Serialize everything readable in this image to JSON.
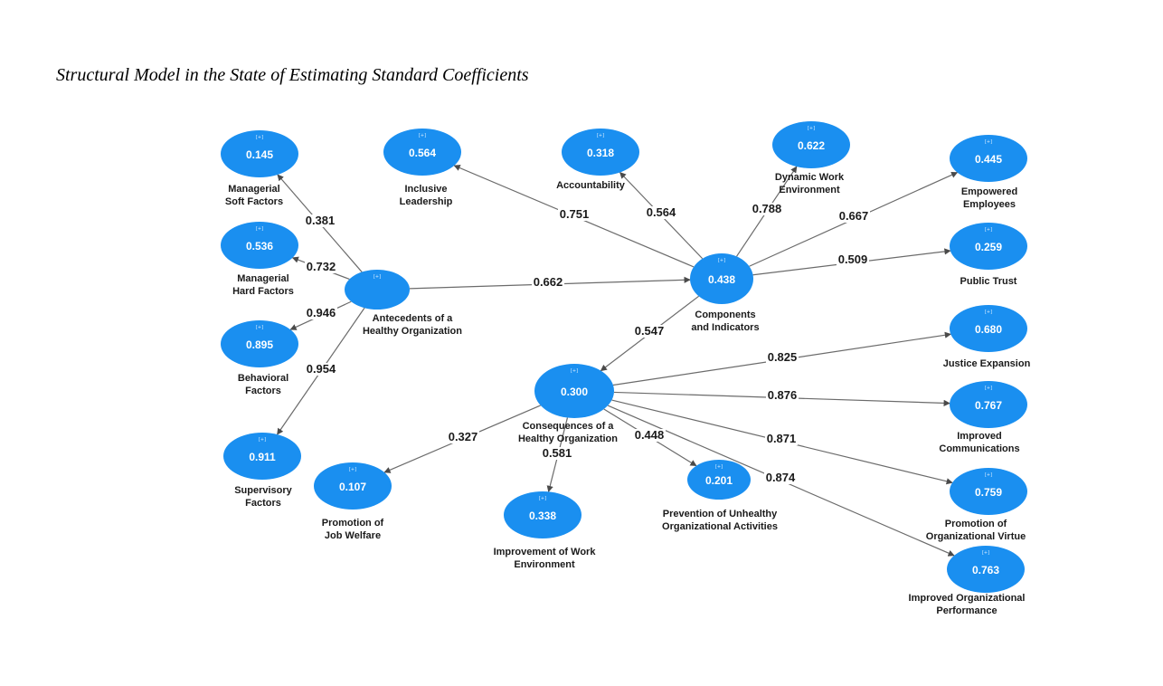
{
  "title": "Structural Model in the State of Estimating Standard Coefficients",
  "node_badge": "[+]",
  "colors": {
    "node": "#1a8ff0",
    "node_text": "#ffffff",
    "edge": "#6b6b6b",
    "label": "#1a1a1a"
  },
  "nodes": [
    {
      "id": "managerial_soft",
      "value": "0.145",
      "label": [
        "Managerial",
        "Soft Factors"
      ]
    },
    {
      "id": "managerial_hard",
      "value": "0.536",
      "label": [
        "Managerial",
        "Hard Factors"
      ]
    },
    {
      "id": "behavioral",
      "value": "0.895",
      "label": [
        "Behavioral",
        "Factors"
      ]
    },
    {
      "id": "supervisory",
      "value": "0.911",
      "label": [
        "Supervisory",
        "Factors"
      ]
    },
    {
      "id": "antecedents",
      "value": "",
      "label": [
        "Antecedents of a",
        "Healthy Organization"
      ]
    },
    {
      "id": "inclusive",
      "value": "0.564",
      "label": [
        "Inclusive",
        "Leadership"
      ]
    },
    {
      "id": "accountability",
      "value": "0.318",
      "label": [
        "Accountability"
      ]
    },
    {
      "id": "dynamic",
      "value": "0.622",
      "label": [
        "Dynamic Work",
        "Environment"
      ]
    },
    {
      "id": "empowered",
      "value": "0.445",
      "label": [
        "Empowered",
        "Employees"
      ]
    },
    {
      "id": "public_trust",
      "value": "0.259",
      "label": [
        "Public Trust"
      ]
    },
    {
      "id": "components",
      "value": "0.438",
      "label": [
        "Components",
        "and Indicators"
      ]
    },
    {
      "id": "consequences",
      "value": "0.300",
      "label": [
        "Consequences of a",
        "Healthy Organization"
      ]
    },
    {
      "id": "justice",
      "value": "0.680",
      "label": [
        "Justice Expansion"
      ]
    },
    {
      "id": "communications",
      "value": "0.767",
      "label": [
        "Improved",
        "Communications"
      ]
    },
    {
      "id": "virtue",
      "value": "0.759",
      "label": [
        "Promotion of",
        "Organizational Virtue"
      ]
    },
    {
      "id": "performance",
      "value": "0.763",
      "label": [
        "Improved Organizational",
        "Performance"
      ]
    },
    {
      "id": "unhealthy",
      "value": "0.201",
      "label": [
        "Prevention of Unhealthy",
        "Organizational Activities"
      ]
    },
    {
      "id": "work_env",
      "value": "0.338",
      "label": [
        "Improvement of Work",
        "Environment"
      ]
    },
    {
      "id": "job_welfare",
      "value": "0.107",
      "label": [
        "Promotion of",
        "Job Welfare"
      ]
    }
  ],
  "edges": [
    {
      "from": "antecedents",
      "to": "managerial_soft",
      "coef": "0.381"
    },
    {
      "from": "antecedents",
      "to": "managerial_hard",
      "coef": "0.732"
    },
    {
      "from": "antecedents",
      "to": "behavioral",
      "coef": "0.946"
    },
    {
      "from": "antecedents",
      "to": "supervisory",
      "coef": "0.954"
    },
    {
      "from": "antecedents",
      "to": "components",
      "coef": "0.662"
    },
    {
      "from": "components",
      "to": "inclusive",
      "coef": "0.751"
    },
    {
      "from": "components",
      "to": "accountability",
      "coef": "0.564"
    },
    {
      "from": "components",
      "to": "dynamic",
      "coef": "0.788"
    },
    {
      "from": "components",
      "to": "empowered",
      "coef": "0.667"
    },
    {
      "from": "components",
      "to": "public_trust",
      "coef": "0.509"
    },
    {
      "from": "components",
      "to": "consequences",
      "coef": "0.547"
    },
    {
      "from": "consequences",
      "to": "justice",
      "coef": "0.825"
    },
    {
      "from": "consequences",
      "to": "communications",
      "coef": "0.876"
    },
    {
      "from": "consequences",
      "to": "virtue",
      "coef": "0.871"
    },
    {
      "from": "consequences",
      "to": "performance",
      "coef": "0.874"
    },
    {
      "from": "consequences",
      "to": "unhealthy",
      "coef": "0.448"
    },
    {
      "from": "consequences",
      "to": "work_env",
      "coef": "0.581"
    },
    {
      "from": "consequences",
      "to": "job_welfare",
      "coef": "0.327"
    }
  ]
}
